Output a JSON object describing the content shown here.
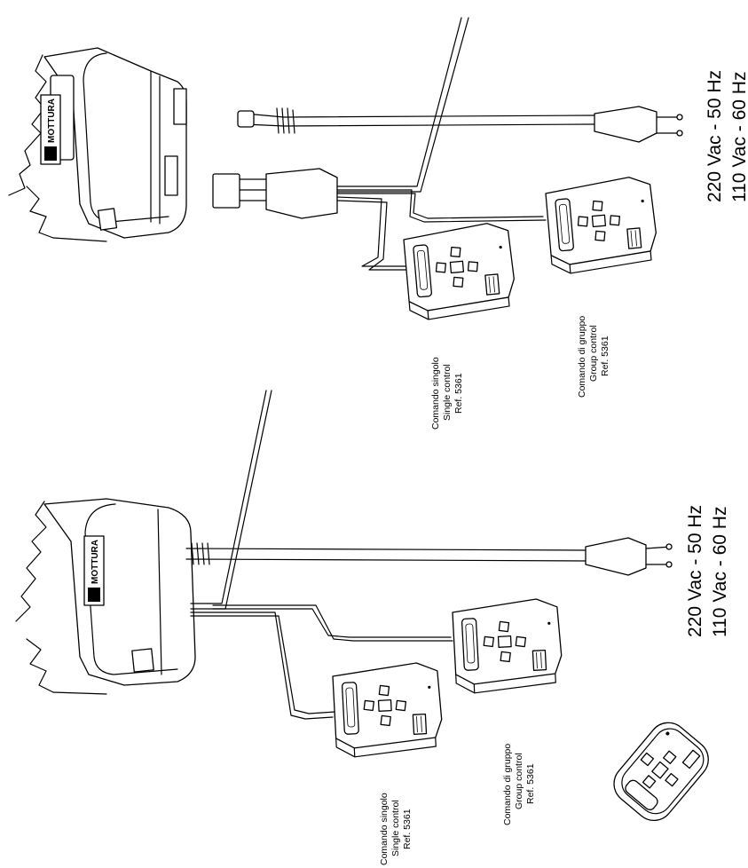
{
  "top_assembly": {
    "brand": "MOTTURA",
    "voltage_line1": "220 Vac - 50 Hz",
    "voltage_line2": "110 Vac - 60 Hz",
    "single_label": [
      "Comando singolo",
      "Single control",
      "Ref. 5361"
    ],
    "group_label": [
      "Comando di gruppo",
      "Group control",
      "Ref. 5361"
    ]
  },
  "bottom_assembly": {
    "brand": "MOTTURA",
    "voltage_line1": "220 Vac - 50 Hz",
    "voltage_line2": "110 Vac - 60 Hz",
    "single_label": [
      "Comando singolo",
      "Single control",
      "Ref. 5361"
    ],
    "group_label": [
      "Comando di gruppo",
      "Group control",
      "Ref. 5361"
    ]
  }
}
